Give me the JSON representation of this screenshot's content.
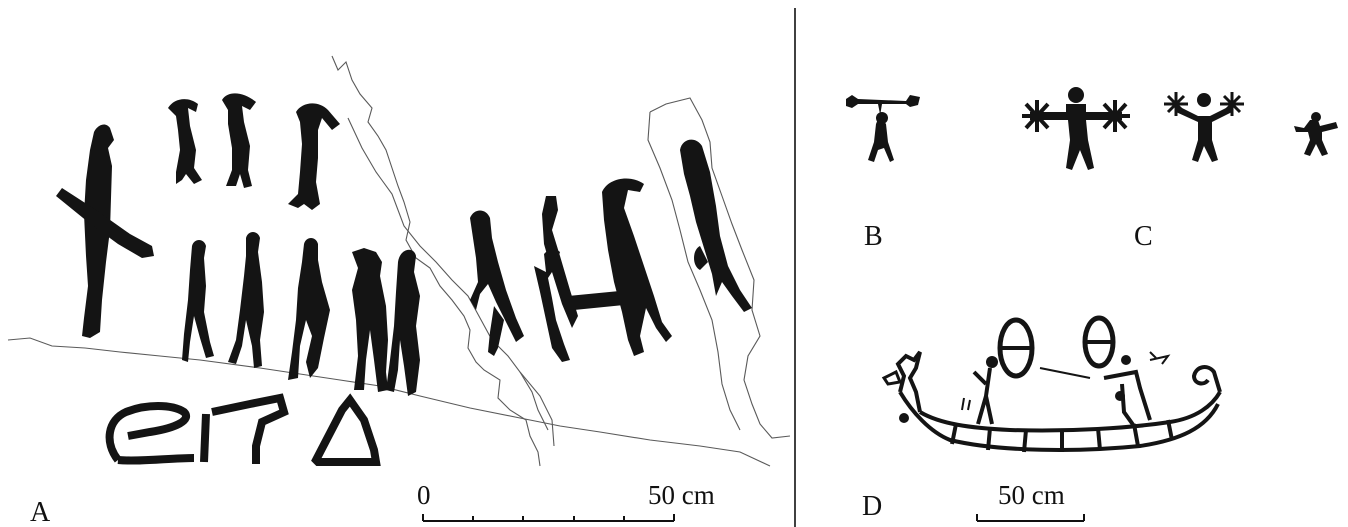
{
  "panels": {
    "a": {
      "label": "A",
      "scale_start": "0",
      "scale_end": "50 cm"
    },
    "b": {
      "label": "B"
    },
    "c": {
      "label": "C"
    },
    "d": {
      "label": "D",
      "scale_text": "50 cm"
    }
  }
}
